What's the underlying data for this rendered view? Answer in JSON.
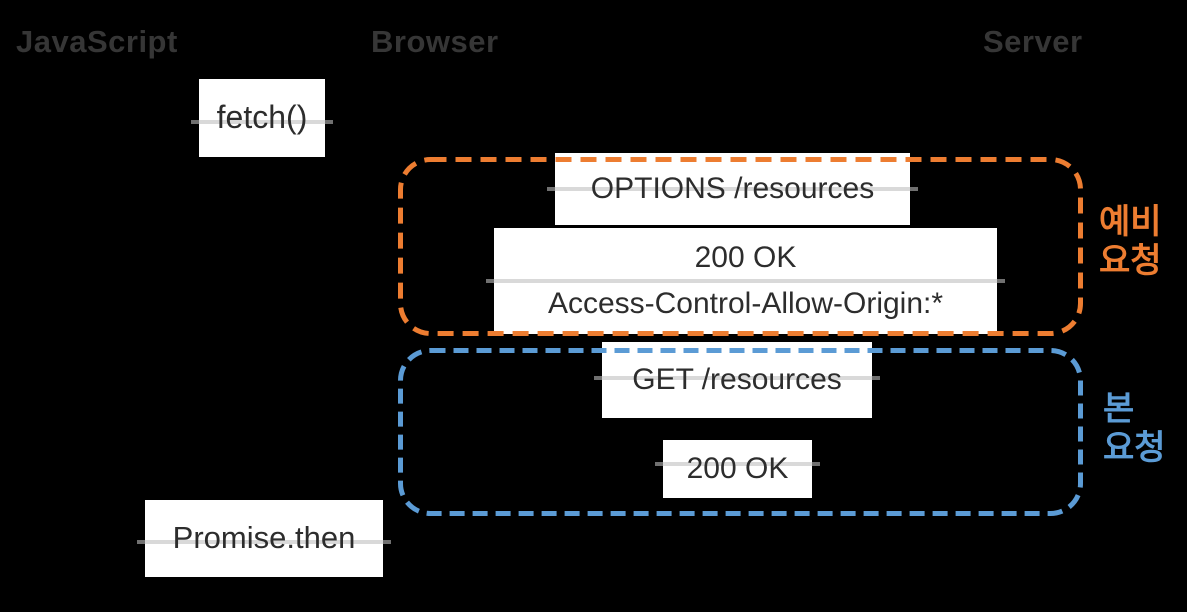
{
  "diagram": {
    "title_context": "CORS preflight request sequence",
    "headers": {
      "javascript": "JavaScript",
      "browser": "Browser",
      "server": "Server"
    },
    "boxes": {
      "fetch": {
        "label": "fetch()"
      },
      "options_request": {
        "label": "OPTIONS /resources"
      },
      "options_response": {
        "line1": "200 OK",
        "line2": "Access-Control-Allow-Origin:*"
      },
      "get_request": {
        "label": "GET /resources"
      },
      "get_response": {
        "label": "200 OK"
      },
      "promise_then": {
        "label": "Promise.then"
      }
    },
    "groups": {
      "preflight": {
        "label_line1": "예비",
        "label_line2": "요청",
        "color": "#ED7D31"
      },
      "main": {
        "label_line1": "본",
        "label_line2": "요청",
        "color": "#5B9BD5"
      }
    },
    "colors": {
      "background": "#000000",
      "box_background": "#FFFFFF",
      "box_text": "#2D2D2D",
      "header_text": "#363636",
      "connector_line": "#D9D9D9",
      "connector_stub": "#707070",
      "preflight_border": "#ED7D31",
      "main_border": "#5B9BD5"
    }
  }
}
